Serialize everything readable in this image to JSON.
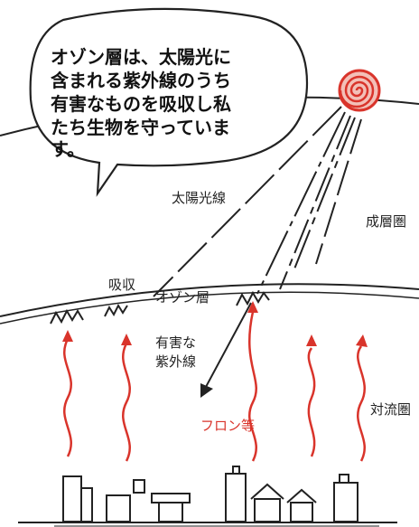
{
  "speech_bubble": {
    "lines": [
      "オゾン層は、太陽光に",
      "含まれる紫外線のうち",
      "有害なものを吸収し私",
      "たち生物を守っていま",
      "す。"
    ]
  },
  "labels": {
    "sunlight": "太陽光線",
    "stratosphere": "成層圏",
    "absorption": "吸収",
    "ozone_layer": "オゾン層",
    "harmful_uv_line1": "有害な",
    "harmful_uv_line2": "紫外線",
    "cfc": "フロン等",
    "troposphere": "対流圏"
  },
  "colors": {
    "ink": "#222222",
    "sun_red": "#d9342b",
    "cfc_red": "#d9342b"
  }
}
